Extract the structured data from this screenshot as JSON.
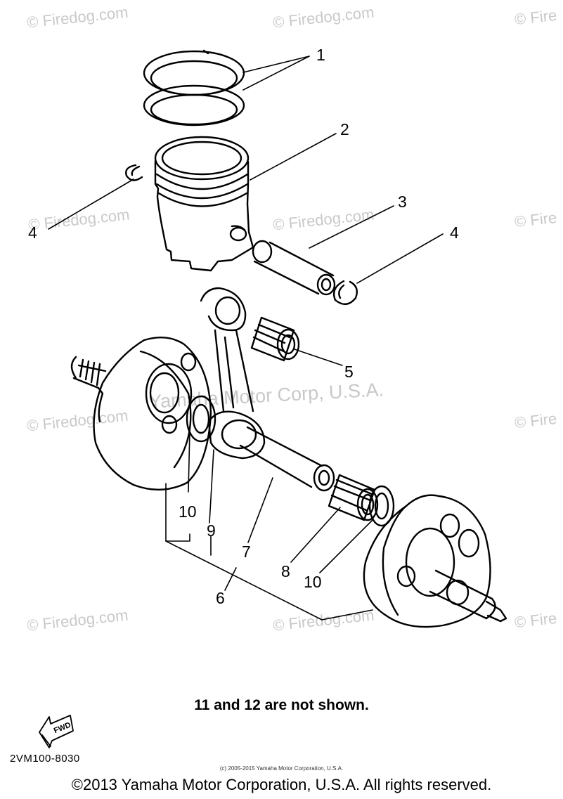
{
  "watermarks": {
    "firedog": "© Firedog.com",
    "partial_right": "© Fire",
    "corp": "Yamaha Motor Corp, U.S.A."
  },
  "callouts": {
    "c1": "1",
    "c2": "2",
    "c3": "3",
    "c4_left": "4",
    "c4_right": "4",
    "c5": "5",
    "c6": "6",
    "c7": "7",
    "c8": "8",
    "c9": "9",
    "c10_left": "10",
    "c10_right": "10"
  },
  "note": "11 and 12 are not shown.",
  "fwd_label": "FWD",
  "diagram_code": "2VM100-8030",
  "small_copyright": "(c) 2005-2015 Yamaha Motor Corporation, U.S.A.",
  "copyright": "©2013 Yamaha Motor Corporation, U.S.A. All rights reserved."
}
